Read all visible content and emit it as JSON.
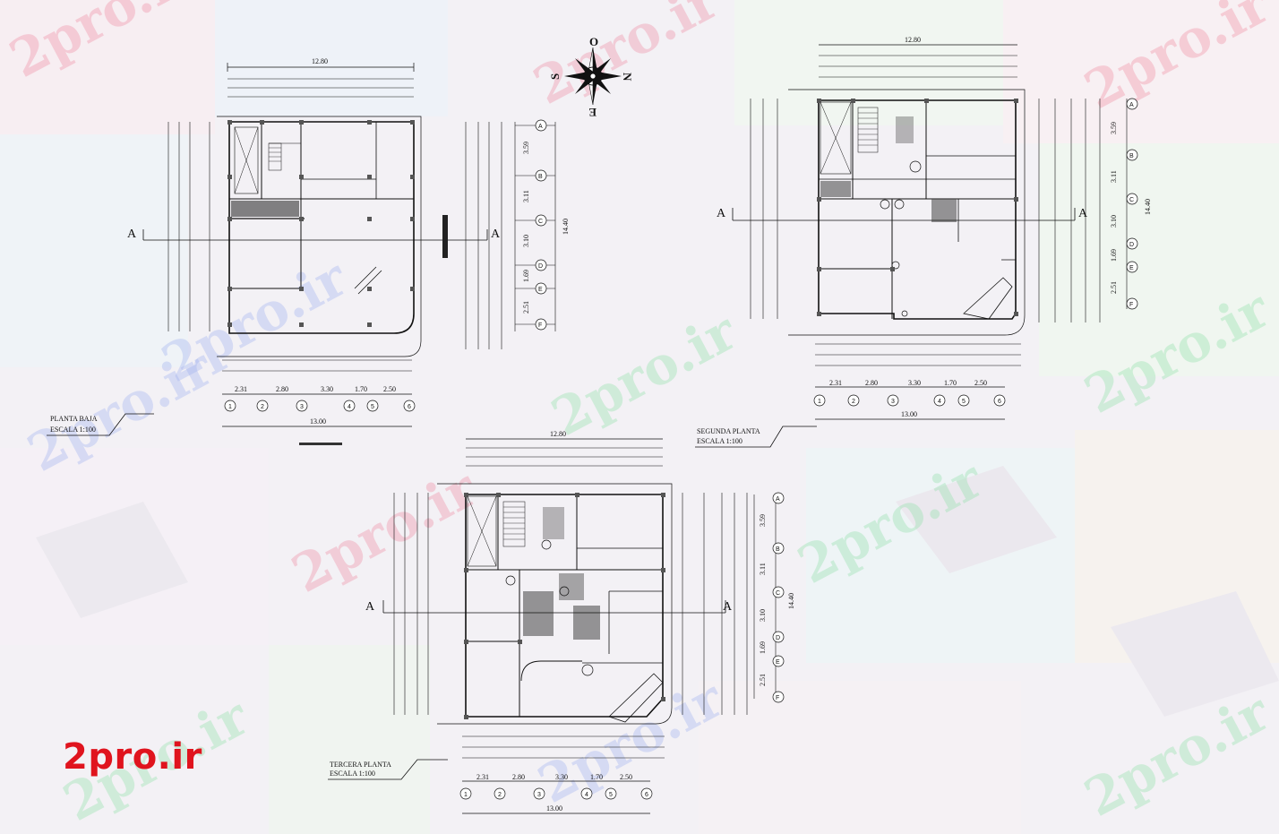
{
  "brand": {
    "logo_text": "2pro.ir",
    "watermark_text": "2pro.ir"
  },
  "compass": {
    "north": "N",
    "south": "S",
    "east": "E",
    "west": "O"
  },
  "plans": [
    {
      "id": "planta-baja",
      "title": "PLANTA BAJA",
      "scale": "ESCALA  1:100",
      "top_dim": "12.80",
      "bottom_total": "13.00",
      "bottom_dims": [
        "2.31",
        "2.80",
        "3.30",
        "1.70",
        "2.50"
      ],
      "col_axes": [
        "1",
        "2",
        "3",
        "4",
        "5",
        "6"
      ],
      "row_axes": [
        "A",
        "B",
        "C",
        "D",
        "E",
        "F"
      ],
      "row_dims": [
        "3.59",
        "3.11",
        "3.10",
        "1.69",
        "2.51"
      ],
      "side_total": "14.40",
      "section_mark": "A"
    },
    {
      "id": "segunda-planta",
      "title": "SEGUNDA PLANTA",
      "scale": "ESCALA  1:100",
      "top_dim": "12.80",
      "bottom_total": "13.00",
      "bottom_dims": [
        "2.31",
        "2.80",
        "3.30",
        "1.70",
        "2.50"
      ],
      "col_axes": [
        "1",
        "2",
        "3",
        "4",
        "5",
        "6"
      ],
      "row_axes": [
        "A",
        "B",
        "C",
        "D",
        "E",
        "F"
      ],
      "row_dims": [
        "3.59",
        "3.11",
        "3.10",
        "1.69",
        "2.51"
      ],
      "side_total": "14.40",
      "section_mark": "A"
    },
    {
      "id": "tercera-planta",
      "title": "TERCERA PLANTA",
      "scale": "ESCALA  1:100",
      "top_dim": "12.80",
      "bottom_total": "13.00",
      "bottom_dims": [
        "2.31",
        "2.80",
        "3.30",
        "1.70",
        "2.50"
      ],
      "col_axes": [
        "1",
        "2",
        "3",
        "4",
        "5",
        "6"
      ],
      "row_axes": [
        "A",
        "B",
        "C",
        "D",
        "E",
        "F"
      ],
      "row_dims": [
        "3.59",
        "3.11",
        "3.10",
        "1.69",
        "2.51"
      ],
      "side_total": "14.40",
      "section_mark": "A"
    }
  ]
}
